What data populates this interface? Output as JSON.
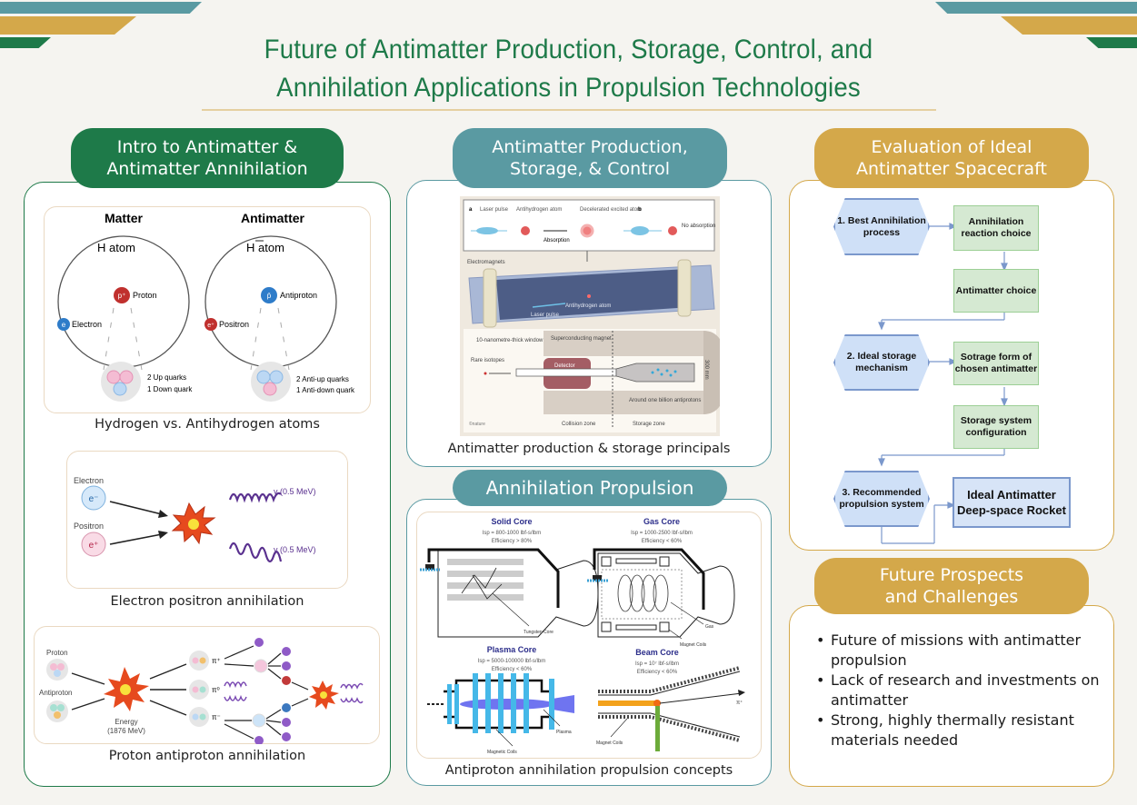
{
  "colors": {
    "green": "#1e7a49",
    "teal": "#5a9aa2",
    "gold": "#d4a84a",
    "title_green": "#1e7a49"
  },
  "title": {
    "line1": "Future of Antimatter Production, Storage, Control, and",
    "line2": "Annihilation Applications in Propulsion Technologies"
  },
  "intro": {
    "header_line1": "Intro to Antimatter &",
    "header_line2": "Antimatter Annihilation",
    "atoms": {
      "matter_title": "Matter",
      "antimatter_title": "Antimatter",
      "h_atom": "H atom",
      "anti_h_atom": "H atom",
      "proton": "Proton",
      "proton_symbol": "p⁺",
      "electron": "Electron",
      "electron_symbol": "e",
      "antiproton": "Antiproton",
      "antiproton_symbol": "p̄",
      "positron": "Positron",
      "positron_symbol": "e⁺",
      "matter_quarks_1": "2 Up quarks",
      "matter_quarks_2": "1 Down quark",
      "anti_quarks_1": "2 Anti-up quarks",
      "anti_quarks_2": "1 Anti-down quark",
      "caption": "Hydrogen vs. Antihydrogen atoms"
    },
    "electron_positron": {
      "electron": "Electron",
      "electron_symbol": "e⁻",
      "positron": "Positron",
      "positron_symbol": "e⁺",
      "gamma_top": "γ (0.5 MeV)",
      "gamma_bottom": "γ (0.5 MeV)",
      "caption": "Electron positron annihilation"
    },
    "proton_antiproton": {
      "proton": "Proton",
      "antiproton": "Antiproton",
      "energy": "Energy",
      "energy_value": "(1876 MeV)",
      "pion_plus": "π⁺",
      "pion_zero": "π⁰",
      "pion_minus": "π⁻",
      "caption": "Proton antiproton annihilation"
    }
  },
  "production": {
    "header_line1": "Antimatter Production,",
    "header_line2": "Storage, & Control",
    "diagram": {
      "panel_a": "a",
      "panel_b": "b",
      "laser_pulse": "Laser pulse",
      "antihydrogen_atom": "Antihydrogen atom",
      "decelerated": "Decelerated excited atom",
      "absorption": "Absorption",
      "no_absorption": "No absorption",
      "electromagnets": "Electromagnets",
      "laser_pulse_inner": "Laser pulse",
      "antihydrogen_inner": "Antihydrogen atom",
      "window": "10-nanometre-thick window",
      "superconducting": "Superconducting magnet",
      "detector": "Detector",
      "rare_isotopes": "Rare isotopes",
      "antiprotons": "Around one billion antiprotons",
      "dimension": "300 mm",
      "collision_zone": "Collision zone",
      "storage_zone": "Storage zone",
      "credit": "©nature"
    },
    "caption": "Antimatter production & storage principals"
  },
  "propulsion": {
    "header": "Annihilation Propulsion",
    "concepts": [
      {
        "name": "Solid Core",
        "isp": "Isp = 800-1000 lbf-s/lbm",
        "efficiency": "Efficiency > 80%",
        "label": "Tungsten Core"
      },
      {
        "name": "Gas Core",
        "isp": "Isp = 1000-2500 lbf-s/lbm",
        "efficiency": "Efficiency < 60%",
        "label": "Gas",
        "label2": "Magnet Coils"
      },
      {
        "name": "Plasma Core",
        "isp": "Isp = 5000-100000 lbf-s/lbm",
        "efficiency": "Efficiency < 60%",
        "label": "Plasma",
        "label2": "Magnetic Coils"
      },
      {
        "name": "Beam Core",
        "isp": "Isp = 10⁷ lbf-s/lbm",
        "efficiency": "Efficiency < 60%",
        "label": "Magnet Coils",
        "label2": "π⁺"
      }
    ],
    "caption": "Antiproton annihilation propulsion concepts"
  },
  "evaluation": {
    "header_line1": "Evaluation of Ideal",
    "header_line2": "Antimatter Spacecraft",
    "flow": {
      "step1": "1. Best Annihilation process",
      "reaction_choice": "Annihilation reaction choice",
      "antimatter_choice": "Antimatter choice",
      "step2": "2. Ideal storage mechanism",
      "storage_form": "Sotrage form of chosen antimatter",
      "storage_config": "Storage system configuration",
      "step3": "3. Recommended propulsion system",
      "result": "Ideal Antimatter Deep-space Rocket"
    }
  },
  "future": {
    "header_line1": "Future Prospects",
    "header_line2": "and Challenges",
    "bullets": [
      "Future of missions with antimatter propulsion",
      "Lack of research and investments on antimatter",
      "Strong, highly thermally resistant materials needed"
    ]
  }
}
